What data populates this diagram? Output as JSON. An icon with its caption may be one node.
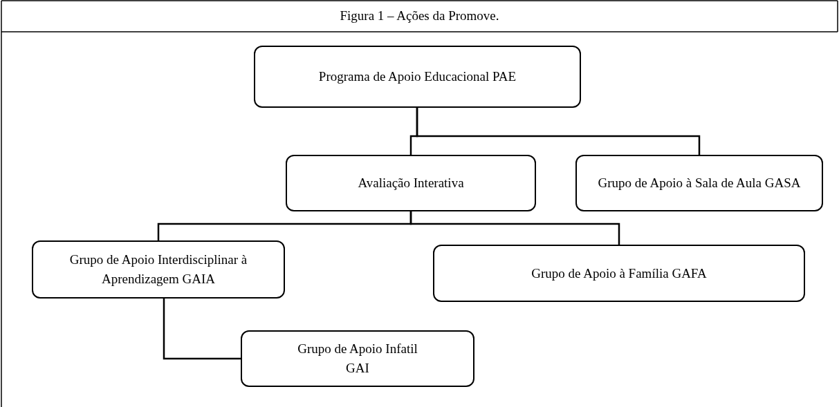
{
  "diagram": {
    "title": "Figura 1 – Ações da Promove.",
    "nodes": [
      {
        "text": [
          "Programa de Apoio Educacional PAE"
        ]
      },
      {
        "text": [
          "Avaliação Interativa"
        ]
      },
      {
        "text": [
          "Grupo de Apoio à Sala de Aula GASA"
        ]
      },
      {
        "text": [
          "Grupo de Apoio Interdisciplinar à Aprendizagem GAIA"
        ]
      },
      {
        "text": [
          "Grupo de Apoio à Família GAFA"
        ]
      },
      {
        "text": [
          "Grupo de Apoio Infatil GAI"
        ]
      }
    ],
    "edges": [
      {
        "from": 0,
        "to": 1,
        "arrow": "none"
      },
      {
        "from": 0,
        "to": 2,
        "arrow": "none"
      },
      {
        "from": 1,
        "to": 3,
        "arrow": "none"
      },
      {
        "from": 1,
        "to": 4,
        "arrow": "none"
      },
      {
        "from": 3,
        "to": 5,
        "arrow": "none"
      }
    ]
  }
}
